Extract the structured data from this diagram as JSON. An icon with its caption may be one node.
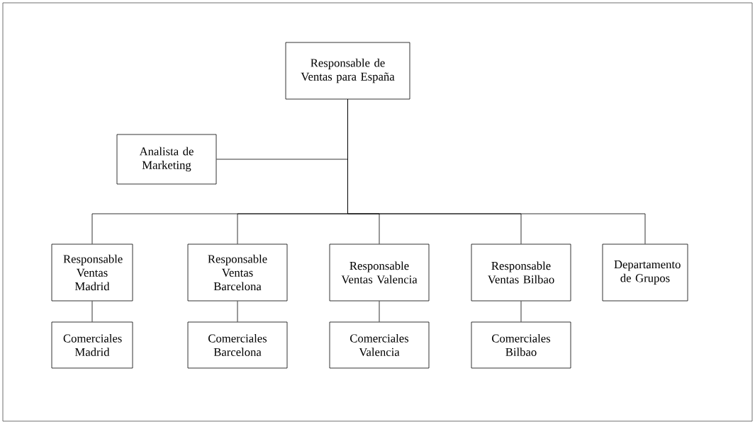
{
  "diagram": {
    "nodes": [
      {
        "text": [
          "Responsable de Ventas para España"
        ]
      },
      {
        "text": [
          "Analista de Marketing"
        ]
      },
      {
        "text": [
          "Responsable Ventas Madrid"
        ]
      },
      {
        "text": [
          "Responsable Ventas Barcelona"
        ]
      },
      {
        "text": [
          "Responsable Ventas Valencia"
        ]
      },
      {
        "text": [
          "Responsable Ventas Bilbao"
        ]
      },
      {
        "text": [
          "Departamento de Grupos"
        ]
      },
      {
        "text": [
          "Comerciales Madrid"
        ]
      },
      {
        "text": [
          "Comerciales Barcelona"
        ]
      },
      {
        "text": [
          "Comerciales Valencia"
        ]
      },
      {
        "text": [
          "Comerciales Bilbao"
        ]
      }
    ],
    "edges": [
      {
        "from": 0,
        "to": 1,
        "arrow": "none"
      },
      {
        "from": 0,
        "to": 2,
        "arrow": "none"
      },
      {
        "from": 0,
        "to": 3,
        "arrow": "none"
      },
      {
        "from": 0,
        "to": 4,
        "arrow": "none"
      },
      {
        "from": 0,
        "to": 5,
        "arrow": "none"
      },
      {
        "from": 0,
        "to": 6,
        "arrow": "none"
      },
      {
        "from": 2,
        "to": 7,
        "arrow": "none"
      },
      {
        "from": 3,
        "to": 8,
        "arrow": "none"
      },
      {
        "from": 4,
        "to": 9,
        "arrow": "none"
      },
      {
        "from": 5,
        "to": 10,
        "arrow": "none"
      }
    ]
  }
}
